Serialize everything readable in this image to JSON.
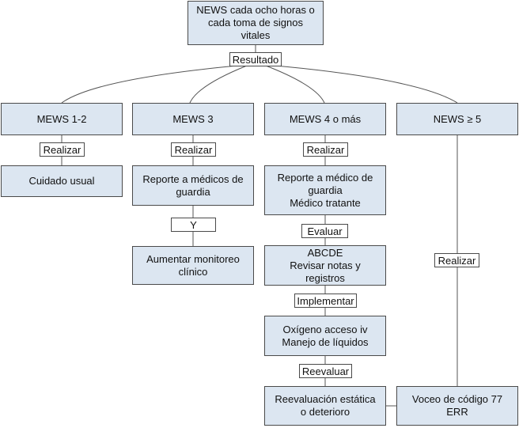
{
  "top": {
    "text": "NEWS cada ocho horas o\ncada toma de signos vitales"
  },
  "result_label": "Resultado",
  "columns": [
    {
      "header": "MEWS 1-2",
      "steps": [
        {
          "label": "Realizar",
          "text": "Cuidado usual"
        }
      ]
    },
    {
      "header": "MEWS 3",
      "steps": [
        {
          "label": "Realizar",
          "text": "Reporte a médicos de\nguardia"
        },
        {
          "label": "Y",
          "text": "Aumentar monitoreo\nclínico"
        }
      ]
    },
    {
      "header": "MEWS 4 o más",
      "steps": [
        {
          "label": "Realizar",
          "text": "Reporte a médico de\nguardia\nMédico tratante"
        },
        {
          "label": "Evaluar",
          "text": "ABCDE\nRevisar notas y registros"
        },
        {
          "label": "Implementar",
          "text": "Oxígeno acceso iv\nManejo de líquidos"
        },
        {
          "label": "Reevaluar",
          "text": "Reevaluación estática\no deterioro"
        }
      ]
    },
    {
      "header": "NEWS ≥ 5",
      "steps": [
        {
          "label": "Realizar",
          "text": "Voceo de código 77\nERR"
        }
      ]
    }
  ]
}
